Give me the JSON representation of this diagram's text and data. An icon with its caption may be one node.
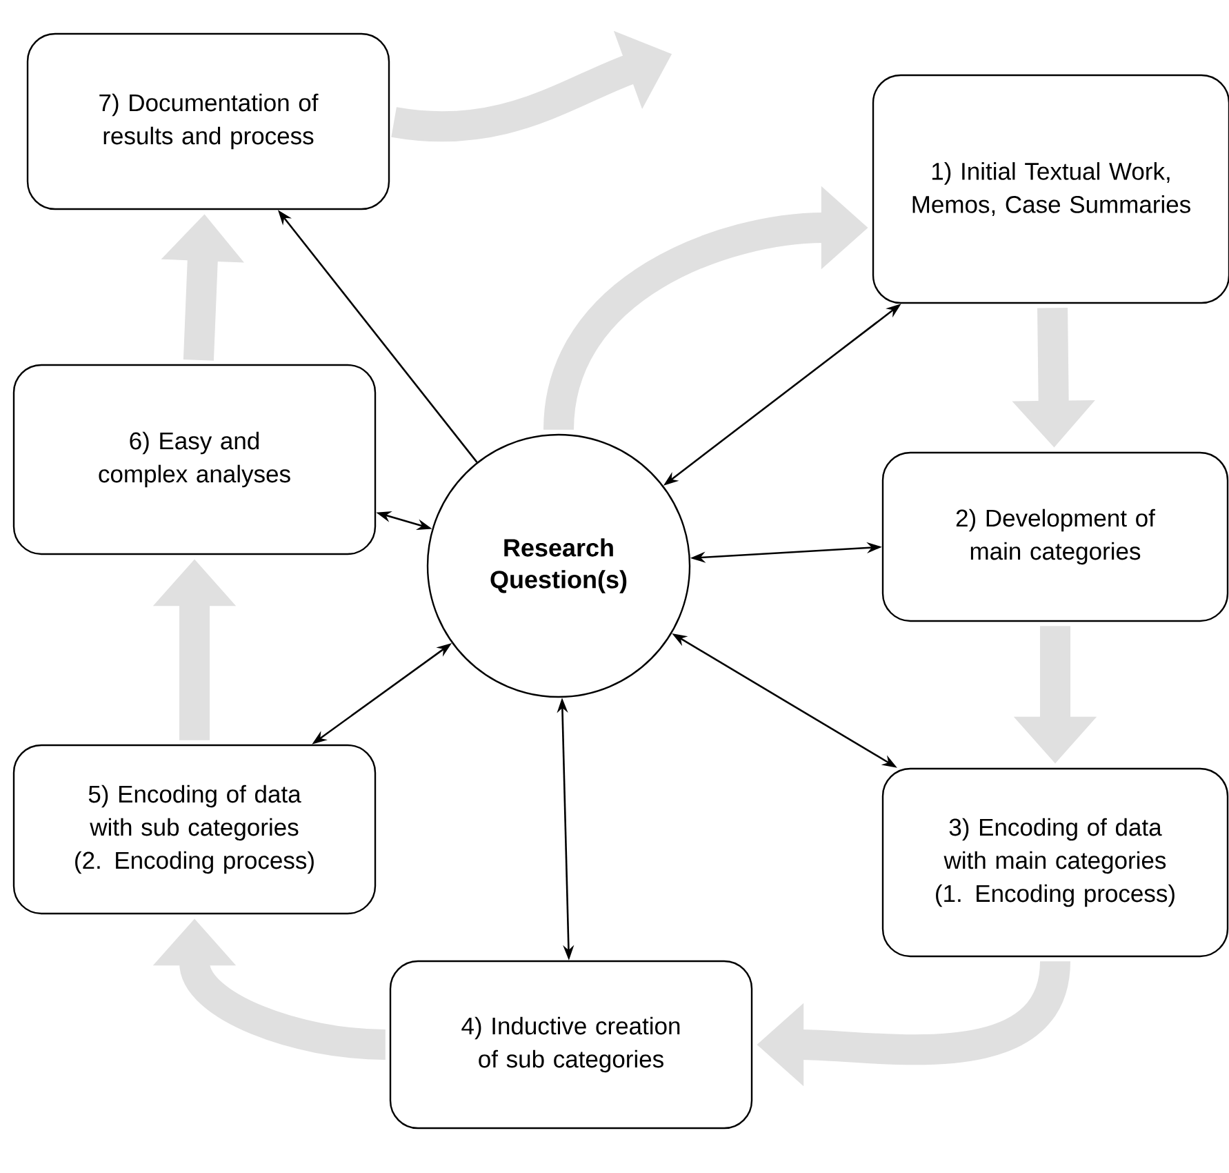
{
  "diagram": {
    "nodes": [
      {
        "text": [
          "Research Question(s)"
        ]
      },
      {
        "text": [
          "1) Initial Textual Work, Memos, Case Summaries"
        ]
      },
      {
        "text": [
          "2) Development of main categories"
        ]
      },
      {
        "text": [
          "3) Encoding of data with main categories (1. Encoding process)"
        ]
      },
      {
        "text": [
          "4) Inductive creation of sub categories"
        ]
      },
      {
        "text": [
          "5) Encoding of data with sub categories (2. Encoding process)"
        ]
      },
      {
        "text": [
          "6) Easy and complex analyses"
        ]
      },
      {
        "text": [
          "7) Documentation of results and process"
        ]
      }
    ],
    "edges": [
      {
        "from": 0,
        "to": 1,
        "arrow": "to"
      },
      {
        "from": 1,
        "to": 2,
        "arrow": "to"
      },
      {
        "from": 2,
        "to": 3,
        "arrow": "to"
      },
      {
        "from": 3,
        "to": 4,
        "arrow": "to"
      },
      {
        "from": 4,
        "to": 5,
        "arrow": "to"
      },
      {
        "from": 5,
        "to": 6,
        "arrow": "to"
      },
      {
        "from": 6,
        "to": 7,
        "arrow": "to"
      },
      {
        "from": 7,
        "to": null,
        "arrow": "to"
      },
      {
        "from": 0,
        "to": 1,
        "arrow": "both",
        "color": "#000000"
      },
      {
        "from": 0,
        "to": 2,
        "arrow": "both",
        "color": "#000000"
      },
      {
        "from": 0,
        "to": 3,
        "arrow": "both",
        "color": "#000000"
      },
      {
        "from": 0,
        "to": 4,
        "arrow": "both",
        "color": "#000000"
      },
      {
        "from": 0,
        "to": 5,
        "arrow": "both",
        "color": "#000000"
      },
      {
        "from": 0,
        "to": 6,
        "arrow": "both",
        "color": "#000000"
      },
      {
        "from": 0,
        "to": 7,
        "arrow": "to",
        "color": "#000000"
      }
    ]
  }
}
